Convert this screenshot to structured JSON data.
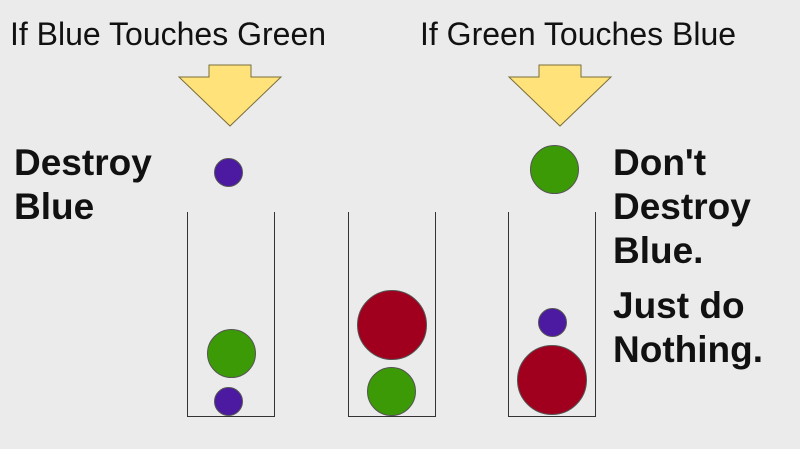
{
  "left": {
    "caption": "If Blue Touches Green",
    "note_lines": [
      "Destroy",
      "Blue"
    ]
  },
  "right": {
    "caption": "If Green Touches Blue",
    "note_lines": [
      "Don't",
      "Destroy",
      "Blue.",
      "Just do",
      "Nothing."
    ]
  },
  "colors": {
    "background": "#ebebeb",
    "arrow": "#ffe27a",
    "blue": "#4b1aa0",
    "green": "#3c9a06",
    "red": "#a0001e"
  },
  "scenes": [
    {
      "name": "left-scene",
      "falling": {
        "color": "blue"
      },
      "tube": [
        {
          "color": "green"
        },
        {
          "color": "blue"
        }
      ]
    },
    {
      "name": "middle-scene",
      "tube": [
        {
          "color": "red"
        },
        {
          "color": "green"
        }
      ]
    },
    {
      "name": "right-scene",
      "falling": {
        "color": "green"
      },
      "tube": [
        {
          "color": "blue"
        },
        {
          "color": "red"
        }
      ]
    }
  ]
}
